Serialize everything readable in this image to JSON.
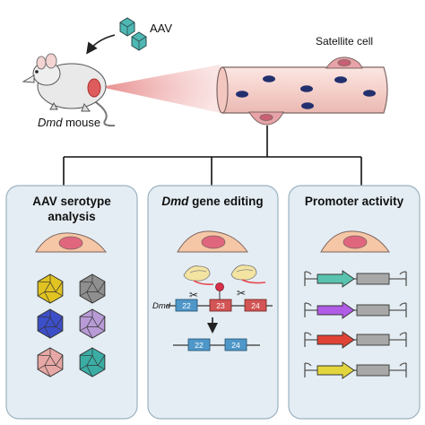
{
  "top": {
    "aav_label": "AAV",
    "mouse_label_italic": "Dmd",
    "mouse_label_rest": " mouse",
    "satellite_label": "Satellite cell"
  },
  "panels": {
    "serotype": {
      "title_line1": "AAV serotype",
      "title_line2": "analysis"
    },
    "editing": {
      "title_italic": "Dmd",
      "title_rest": " gene editing",
      "gene_label": "Dmd",
      "exons": [
        "22",
        "23",
        "24"
      ],
      "edited_exons": [
        "22",
        "24"
      ]
    },
    "promoter": {
      "title": "Promoter activity"
    }
  },
  "colors": {
    "panel_bg": "#e4edf3",
    "panel_border": "#9cb2c0",
    "muscle_fiber": "#f7d7d2",
    "fiber_stroke": "#8a6f6b",
    "nucleus": "#23306e",
    "satellite_cell": "#e8a3a8",
    "cell_body": "#f6c7a6",
    "cell_nucleus": "#e0667e",
    "aav_capsid": "#4fb7b4",
    "exon_22": "#4f97c9",
    "exon_23": "#d25555",
    "exon_24": "#d25555",
    "cas9": "#f4e4a2",
    "guide_rna": "#e8474e",
    "serotype_colors": [
      "#e1c321",
      "#8f8f8f",
      "#3d4fc8",
      "#b89bd6",
      "#e7a8a5",
      "#3bada4"
    ],
    "promoter_colors": [
      "#5ac3b0",
      "#b05ce6",
      "#e04335",
      "#e3d53c"
    ],
    "reporter_gene": "#a8a8a8"
  },
  "icons": [
    "aav-capsid-icon",
    "mouse-icon",
    "scissors-icon",
    "cas9-icon",
    "arrow-icon"
  ]
}
